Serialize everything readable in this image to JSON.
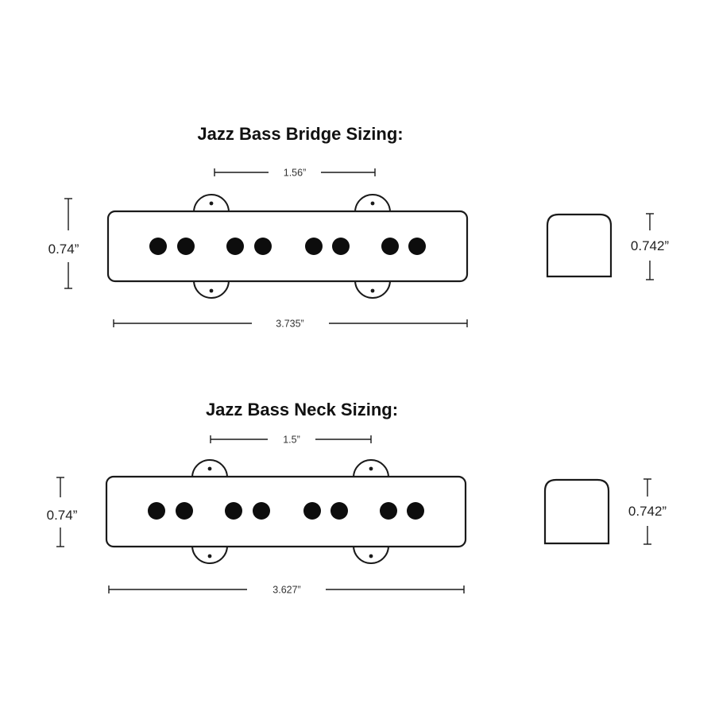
{
  "bridge": {
    "title": "Jazz Bass Bridge Sizing:",
    "mount_spacing": "1.56”",
    "height": "0.74”",
    "length": "3.735”",
    "side_height": "0.742”"
  },
  "neck": {
    "title": "Jazz Bass Neck Sizing:",
    "mount_spacing": "1.5”",
    "height": "0.74”",
    "length": "3.627”",
    "side_height": "0.742”"
  },
  "icons": {
    "pole_piece": "filled-circle",
    "mount_hole": "small-dot"
  }
}
